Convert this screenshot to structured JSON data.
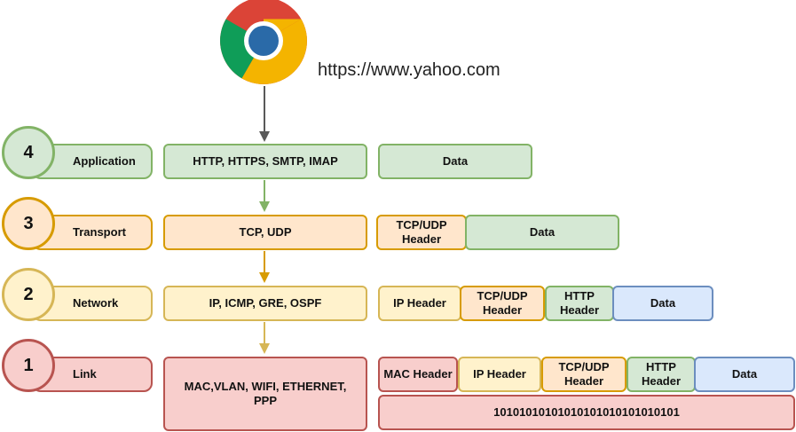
{
  "url": "https://www.yahoo.com",
  "layers": [
    {
      "number": "4",
      "name": "Application",
      "protocols": "HTTP, HTTPS, SMTP, IMAP",
      "color": "#d5e8d4",
      "border": "#82b366"
    },
    {
      "number": "3",
      "name": "Transport",
      "protocols": "TCP, UDP",
      "color": "#ffe6cc",
      "border": "#d79b00"
    },
    {
      "number": "2",
      "name": "Network",
      "protocols": "IP, ICMP, GRE, OSPF",
      "color": "#fff2cc",
      "border": "#d6b656"
    },
    {
      "number": "1",
      "name": "Link",
      "protocols": "MAC,VLAN, WIFI, ETHERNET, PPP",
      "color": "#f8cecc",
      "border": "#b85450"
    }
  ],
  "packets": {
    "application": [
      "Data"
    ],
    "transport": [
      "TCP/UDP Header",
      "Data"
    ],
    "network": [
      "IP Header",
      "TCP/UDP Header",
      "HTTP Header",
      "Data"
    ],
    "link": [
      "MAC Header",
      "IP Header",
      "TCP/UDP Header",
      "HTTP Header",
      "Data"
    ],
    "bits": "10101010101010101010101010101"
  },
  "icons": {
    "browser": "chrome-icon"
  }
}
